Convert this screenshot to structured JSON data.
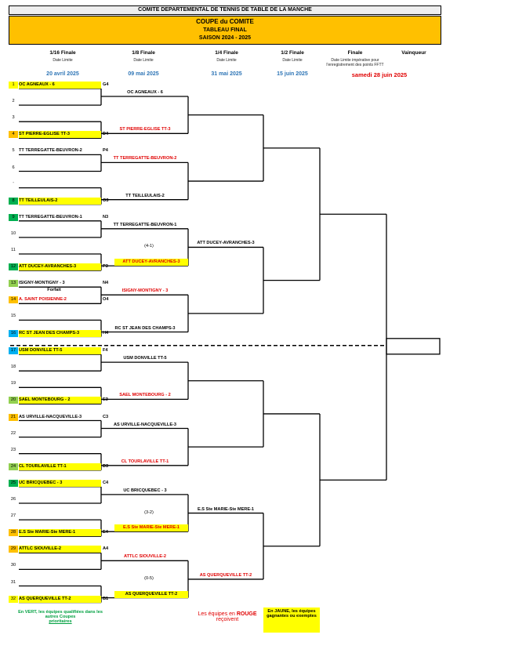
{
  "header": {
    "committee": "COMITE DEPARTEMENTAL DE TENNIS DE TABLE DE LA MANCHE",
    "title": "COUPE du COMITE",
    "subtitle": "TABLEAU FINAL",
    "season": "SAISON 2024 - 2025"
  },
  "rounds": [
    {
      "name": "1/16 Finale",
      "sub": "Date Limite",
      "date": "20 avril 2025"
    },
    {
      "name": "1/8 Finale",
      "sub": "Date Limite",
      "date": "09 mai 2025"
    },
    {
      "name": "1/4 Finale",
      "sub": "Date Limite",
      "date": "31 mai 2025"
    },
    {
      "name": "1/2 Finale",
      "sub": "Date Limite",
      "date": "15 juin 2025"
    },
    {
      "name": "Finale",
      "sub": "Date Limite impérative pour l'enregistrement des points FFTT",
      "date": "samedi 28 juin 2025"
    },
    {
      "name": "Vainqueur",
      "sub": "",
      "date": ""
    }
  ],
  "slots": [
    {
      "n": "1",
      "team": "OC AGNEAUX - 6",
      "code": "G4",
      "num_color": "y",
      "bg": true
    },
    {
      "n": "2",
      "team": "",
      "code": "",
      "num_color": "",
      "bg": false
    },
    {
      "n": "3",
      "team": "",
      "code": "",
      "num_color": "",
      "bg": false
    },
    {
      "n": "4",
      "team": "ST PIERRE-EGLISE TT-3",
      "code": "D4",
      "num_color": "o",
      "bg": true
    },
    {
      "n": "5",
      "team": "TT TERREGATTE-BEUVRON-2",
      "code": "P4",
      "num_color": "",
      "bg": false
    },
    {
      "n": "6",
      "team": "",
      "code": "",
      "num_color": "",
      "bg": false
    },
    {
      "n": "'",
      "team": "",
      "code": "",
      "num_color": "",
      "bg": false
    },
    {
      "n": "8",
      "team": "TT TEILLEULAIS-2",
      "code": "O3",
      "num_color": "g",
      "bg": true
    },
    {
      "n": "9",
      "team": "TT TERREGATTE-BEUVRON-1",
      "code": "N3",
      "num_color": "g",
      "bg": false
    },
    {
      "n": "10",
      "team": "",
      "code": "",
      "num_color": "",
      "bg": false
    },
    {
      "n": "11",
      "team": "",
      "code": "",
      "num_color": "",
      "bg": false
    },
    {
      "n": "12",
      "team": "ATT DUCEY-AVRANCHES-3",
      "code": "P3",
      "num_color": "g",
      "bg": true
    },
    {
      "n": "13",
      "team": "ISIGNY-MONTIGNY - 3",
      "code": "N4",
      "num_color": "lg",
      "bg": false
    },
    {
      "n": "14",
      "team": "A. SAINT POISIENNE-2",
      "code": "O4",
      "num_color": "o",
      "bg": false,
      "red": true
    },
    {
      "n": "15",
      "team": "",
      "code": "",
      "num_color": "",
      "bg": false
    },
    {
      "n": "16",
      "team": "RC  ST JEAN DES CHAMPS-3",
      "code": "H4",
      "num_color": "b",
      "bg": true
    },
    {
      "n": "17",
      "team": "USM DONVILLE TT-5",
      "code": "F4",
      "num_color": "b",
      "bg": true
    },
    {
      "n": "18",
      "team": "",
      "code": "",
      "num_color": "",
      "bg": false
    },
    {
      "n": "19",
      "team": "",
      "code": "",
      "num_color": "",
      "bg": false
    },
    {
      "n": "20",
      "team": "SAEL MONTEBOURG - 2",
      "code": "E3",
      "num_color": "lg",
      "bg": true
    },
    {
      "n": "21",
      "team": "AS URVILLE-NACQUEVILLE-3",
      "code": "C3",
      "num_color": "o",
      "bg": false
    },
    {
      "n": "22",
      "team": "",
      "code": "",
      "num_color": "",
      "bg": false
    },
    {
      "n": "23",
      "team": "",
      "code": "",
      "num_color": "",
      "bg": false
    },
    {
      "n": "24",
      "team": "CL TOURLAVILLE TT-1",
      "code": "D3",
      "num_color": "lg",
      "bg": true
    },
    {
      "n": "25",
      "team": "UC BRICQUEBEC - 3",
      "code": "C4",
      "num_color": "g",
      "bg": true
    },
    {
      "n": "26",
      "team": "",
      "code": "",
      "num_color": "",
      "bg": false
    },
    {
      "n": "27",
      "team": "",
      "code": "",
      "num_color": "",
      "bg": false
    },
    {
      "n": "28",
      "team": "E.S Ste MARIE-Ste MERE-1",
      "code": "E4",
      "num_color": "o",
      "bg": true
    },
    {
      "n": "29",
      "team": "ATTLC SIOUVILLE-2",
      "code": "A4",
      "num_color": "o",
      "bg": true
    },
    {
      "n": "30",
      "team": "",
      "code": "",
      "num_color": "",
      "bg": false
    },
    {
      "n": "31",
      "team": "",
      "code": "",
      "num_color": "",
      "bg": false
    },
    {
      "n": "32",
      "team": "AS QUERQUEVILLE TT-2",
      "code": "B1",
      "num_color": "y",
      "bg": true
    }
  ],
  "forfait": "Forfait",
  "r2": [
    {
      "team": "OC AGNEAUX - 6",
      "red": false,
      "bg": false
    },
    {
      "team": "ST PIERRE-EGLISE TT-3",
      "red": true,
      "bg": false
    },
    {
      "team": "TT TERREGATTE-BEUVRON-2",
      "red": true,
      "bg": false
    },
    {
      "team": "TT TEILLEULAIS-2",
      "red": false,
      "bg": false
    },
    {
      "team": "TT TERREGATTE-BEUVRON-1",
      "red": false,
      "bg": false
    },
    {
      "team": "ATT DUCEY-AVRANCHES-3",
      "red": true,
      "bg": true
    },
    {
      "team": "ISIGNY-MONTIGNY - 3",
      "red": true,
      "bg": false
    },
    {
      "team": "RC  ST JEAN DES CHAMPS-3",
      "red": false,
      "bg": false
    },
    {
      "team": "USM DONVILLE TT-5",
      "red": false,
      "bg": false
    },
    {
      "team": "SAEL MONTEBOURG - 2",
      "red": true,
      "bg": false
    },
    {
      "team": "AS URVILLE-NACQUEVILLE-3",
      "red": false,
      "bg": false
    },
    {
      "team": "CL TOURLAVILLE TT-1",
      "red": true,
      "bg": false
    },
    {
      "team": "UC BRICQUEBEC - 3",
      "red": false,
      "bg": false
    },
    {
      "team": "E.S Ste MARIE-Ste MERE-1",
      "red": true,
      "bg": true
    },
    {
      "team": "ATTLC SIOUVILLE-2",
      "red": true,
      "bg": false
    },
    {
      "team": "AS QUERQUEVILLE TT-2",
      "red": false,
      "bg": true
    }
  ],
  "r2_scores": [
    {
      "match": 3,
      "score": "(4-1)"
    },
    {
      "match": 7,
      "score": "(3-2)"
    },
    {
      "match": 8,
      "score": "(0-5)"
    }
  ],
  "r3": [
    {
      "slot": 2,
      "team": "ATT DUCEY-AVRANCHES-3",
      "red": false
    },
    {
      "slot": 6,
      "team": "E.S Ste MARIE-Ste MERE-1",
      "red": false
    },
    {
      "slot": 7,
      "team": "AS QUERQUEVILLE TT-2",
      "red": true
    }
  ],
  "legend": {
    "green": "En VERT, les équipes qualifiées dans les  autres Coupes",
    "green_link": "prioritaires",
    "red_a": "Les équipes en ",
    "red_b": "ROUGE",
    "red_c": "reçoivent",
    "yellow": "En JAUNE, les équipes gagnantes ou exemptes"
  },
  "colors": {
    "yellow": "#ffff00",
    "orange": "#ffc000",
    "green": "#00b050",
    "blue": "#00b0f0",
    "red": "#e00000",
    "date_blue": "#2e75b6"
  }
}
